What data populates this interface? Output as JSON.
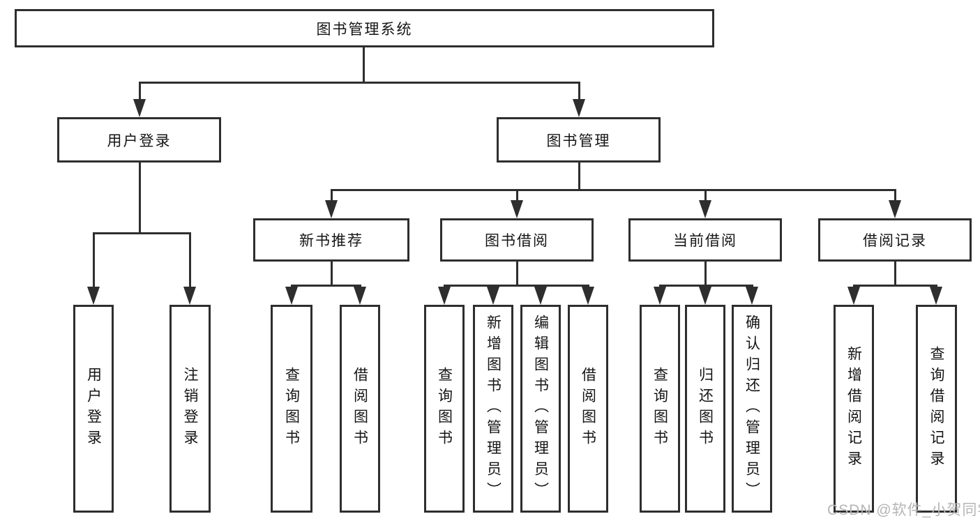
{
  "root": {
    "label": "图书管理系统"
  },
  "branches": [
    {
      "label": "用户登录",
      "children": [
        {
          "label": "用户登录"
        },
        {
          "label": "注销登录"
        }
      ]
    },
    {
      "label": "图书管理",
      "children": [
        {
          "label": "新书推荐",
          "children": [
            {
              "label": "查询图书"
            },
            {
              "label": "借阅图书"
            }
          ]
        },
        {
          "label": "图书借阅",
          "children": [
            {
              "label": "查询图书"
            },
            {
              "label": "新增图书（管理员）"
            },
            {
              "label": "编辑图书（管理员）"
            },
            {
              "label": "借阅图书"
            }
          ]
        },
        {
          "label": "当前借阅",
          "children": [
            {
              "label": "查询图书"
            },
            {
              "label": "归还图书"
            },
            {
              "label": "确认归还（管理员）"
            }
          ]
        },
        {
          "label": "借阅记录",
          "children": [
            {
              "label": "新增借阅记录"
            },
            {
              "label": "查询借阅记录"
            }
          ]
        }
      ]
    }
  ],
  "watermark": "CSDN @软件_小贺同学",
  "colors": {
    "line": "#2e2e2e",
    "text": "#151515",
    "watermark": "#b5b5b5",
    "background": "#ffffff"
  }
}
